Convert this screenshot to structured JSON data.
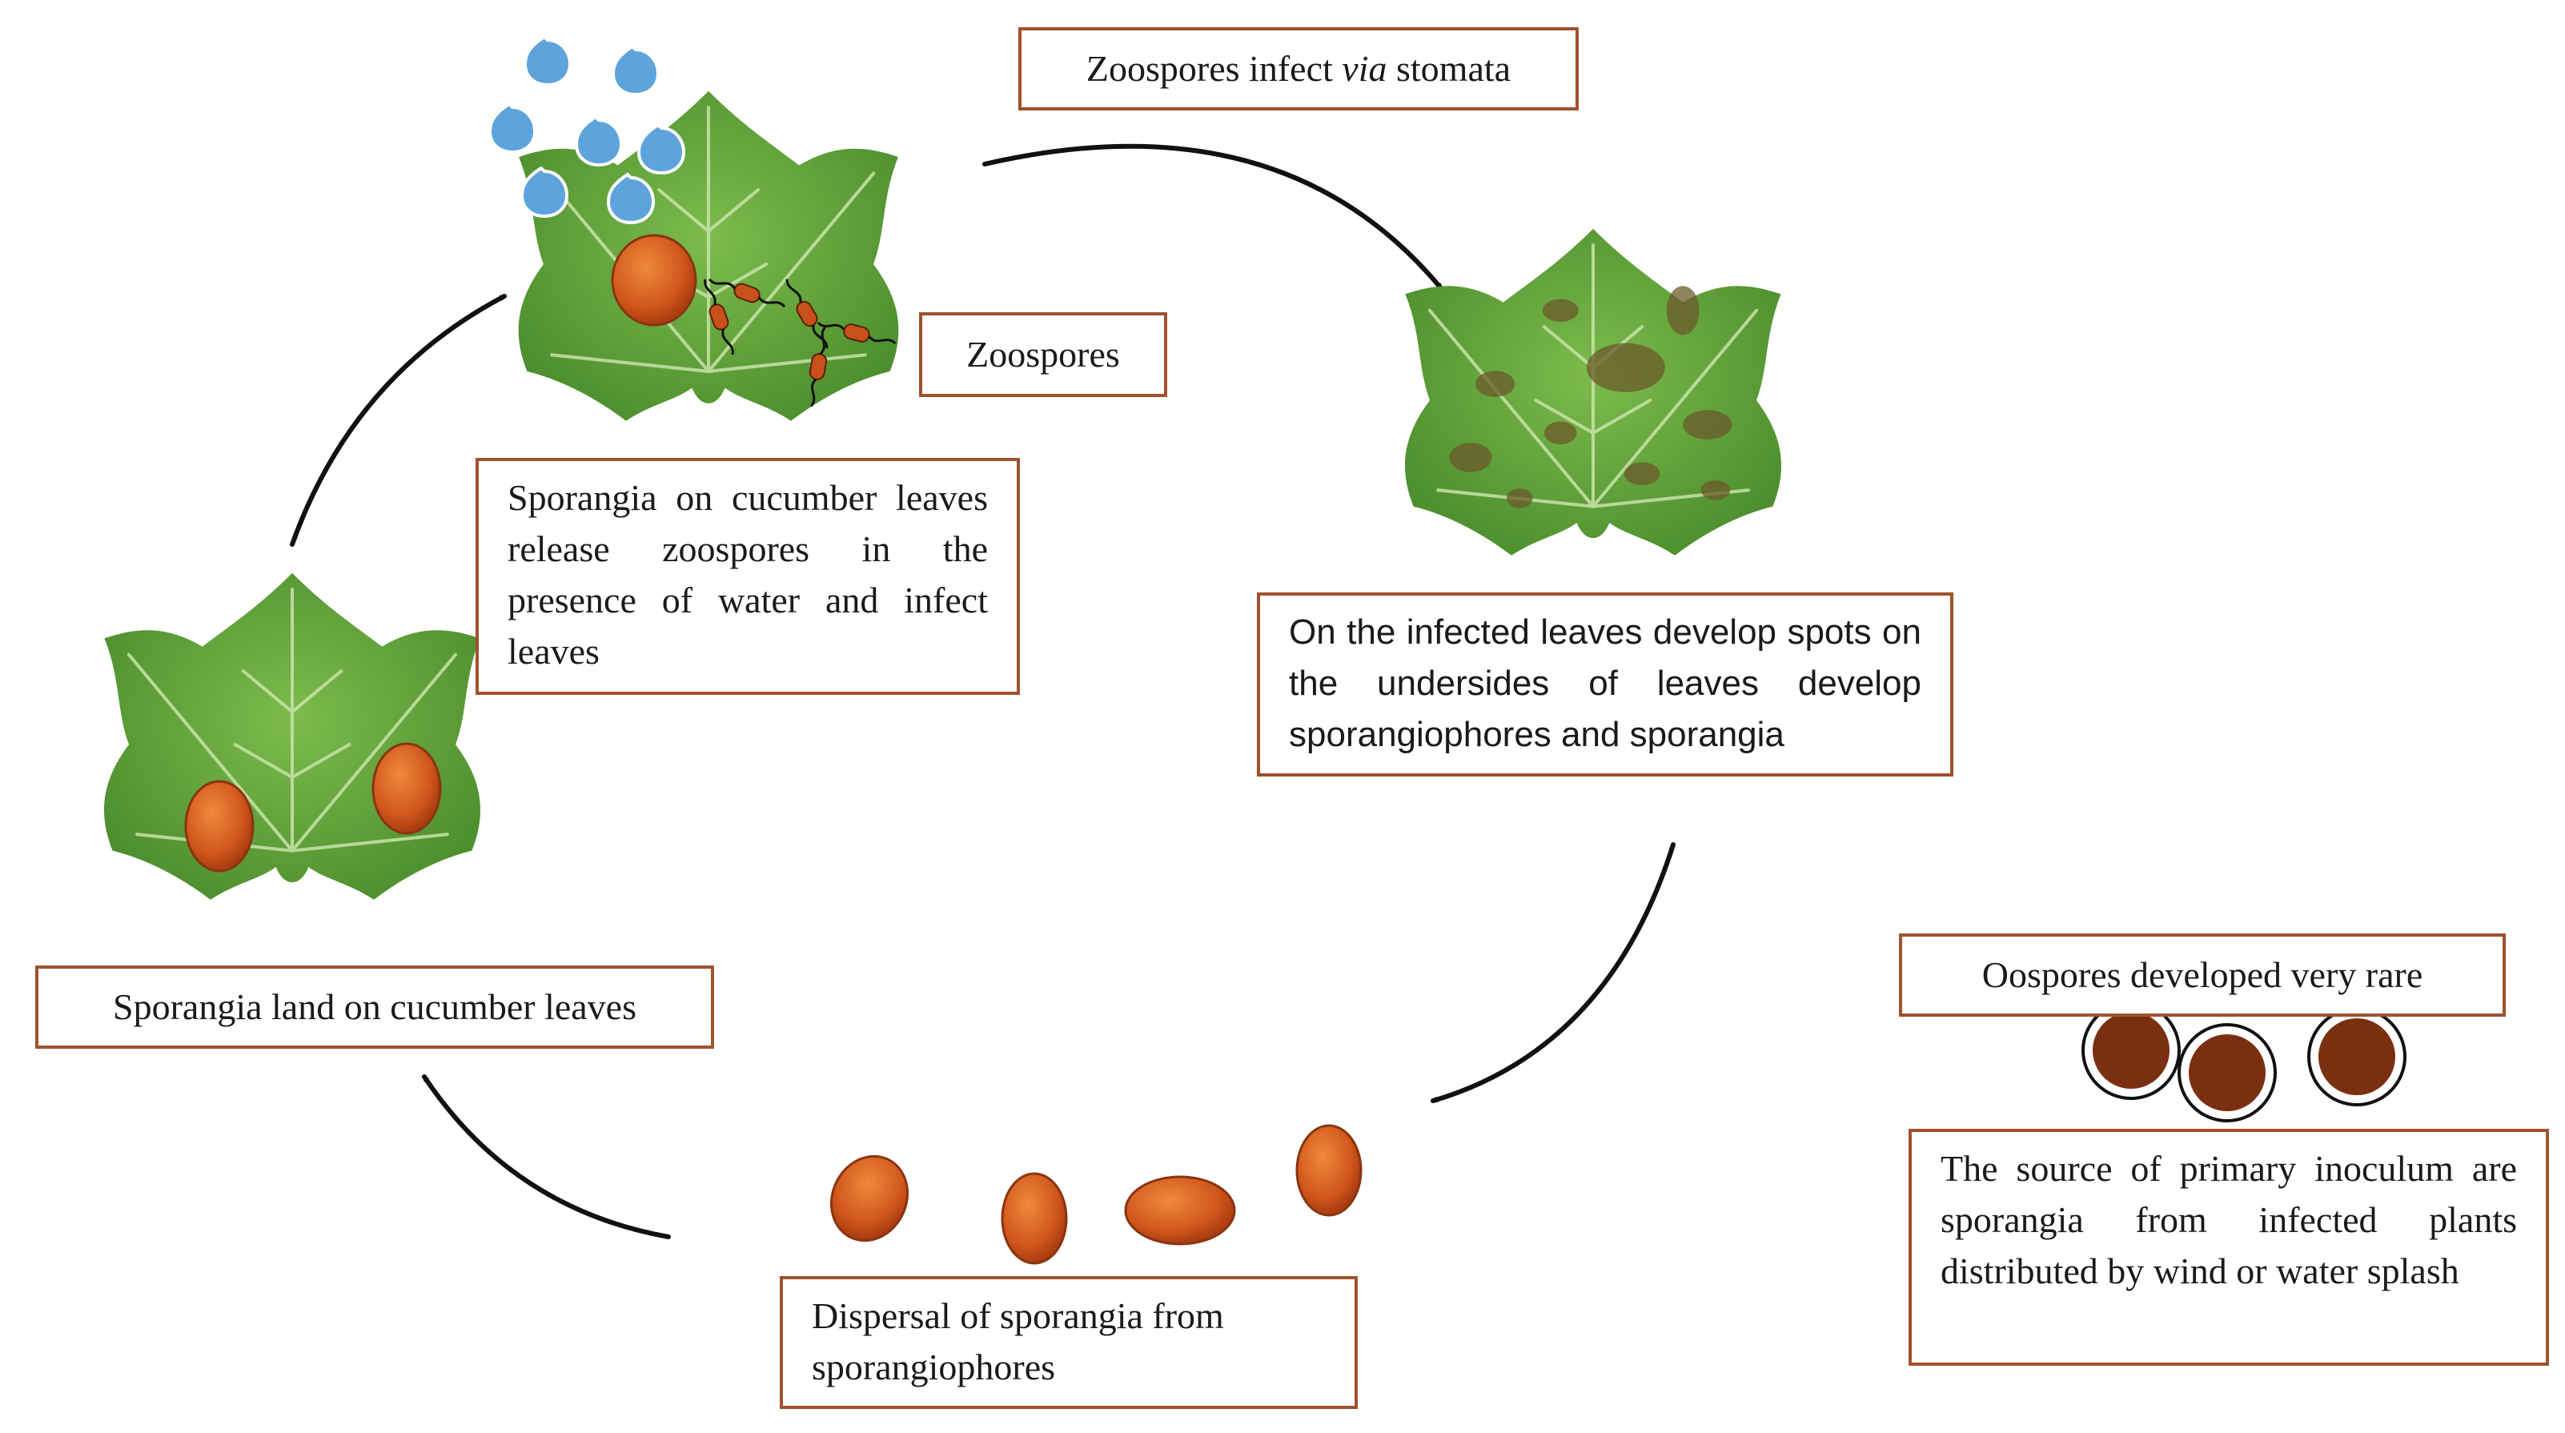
{
  "labels": {
    "zoospores_infect_prefix": "Zoospores infect ",
    "zoospores_infect_italic": "via",
    "zoospores_infect_suffix": " stomata",
    "zoospores": "Zoospores",
    "sporangia_release": "Sporangia on cucumber leaves release zoospores in the presence of water and infect leaves",
    "infected_leaves_spots": "On the infected leaves develop spots on the undersides of leaves develop sporangiophores and sporangia",
    "sporangia_land": "Sporangia land on cucumber leaves",
    "dispersal": "Dispersal of sporangia from sporangiophores",
    "oospores": "Oospores developed very rare",
    "primary_inoculum": "The source of primary inoculum are sporangia from infected plants distributed by wind or water splash"
  },
  "colors": {
    "box_border": "#a0522d",
    "leaf_green": "#5fa33a",
    "sporangium_orange": "#c8501a",
    "oospore_brown": "#7a3010",
    "water_drop": "#5ea4dc",
    "arrow": "#111111"
  },
  "icons": [
    "leaf-icon",
    "water-drop-icon",
    "sporangium-icon",
    "zoospore-icon",
    "oospore-icon",
    "cycle-arrow-icon"
  ]
}
